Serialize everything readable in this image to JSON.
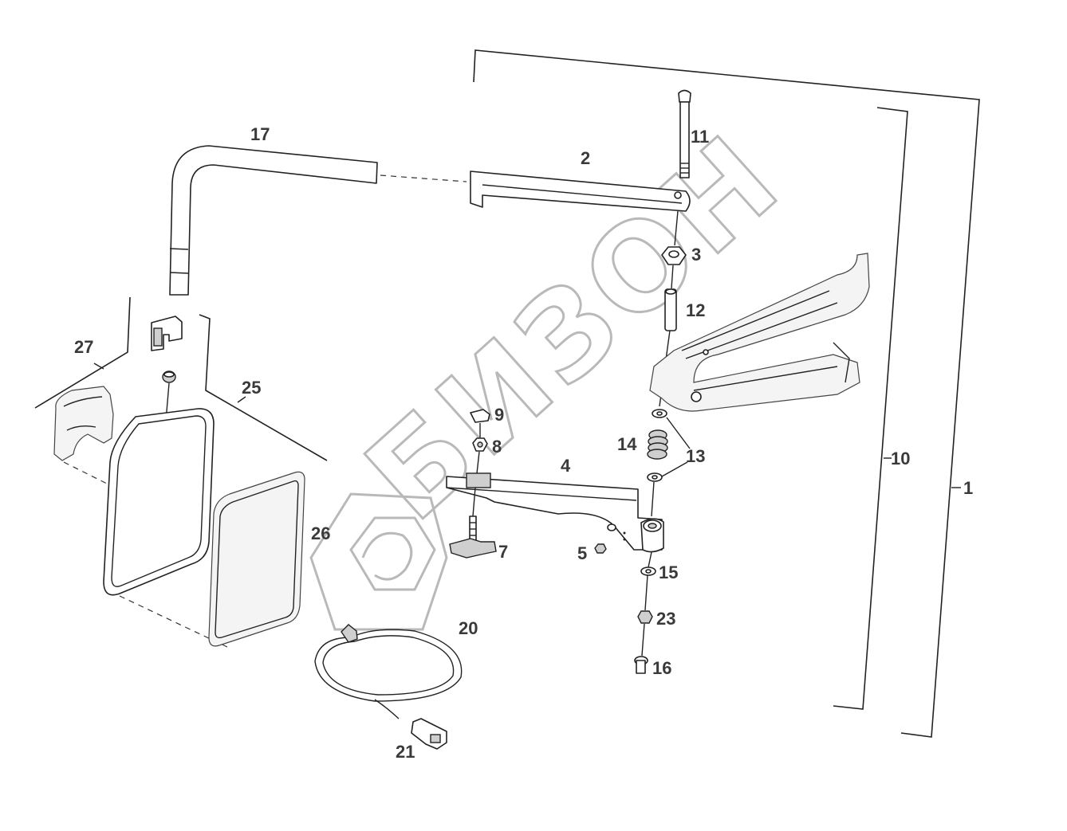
{
  "watermark": {
    "text": "БИЗОН"
  },
  "corner_mark": "",
  "callouts": [
    {
      "id": "1",
      "text": "1"
    },
    {
      "id": "2",
      "text": "2"
    },
    {
      "id": "3",
      "text": "3"
    },
    {
      "id": "4",
      "text": "4"
    },
    {
      "id": "5",
      "text": "5"
    },
    {
      "id": "7",
      "text": "7"
    },
    {
      "id": "8",
      "text": "8"
    },
    {
      "id": "9",
      "text": "9"
    },
    {
      "id": "10",
      "text": "10"
    },
    {
      "id": "11",
      "text": "11"
    },
    {
      "id": "12",
      "text": "12"
    },
    {
      "id": "13",
      "text": "13"
    },
    {
      "id": "14",
      "text": "14"
    },
    {
      "id": "15",
      "text": "15"
    },
    {
      "id": "16",
      "text": "16"
    },
    {
      "id": "17",
      "text": "17"
    },
    {
      "id": "20",
      "text": "20"
    },
    {
      "id": "21",
      "text": "21"
    },
    {
      "id": "23",
      "text": "23"
    },
    {
      "id": "25",
      "text": "25"
    },
    {
      "id": "26",
      "text": "26"
    },
    {
      "id": "27",
      "text": "27"
    }
  ]
}
